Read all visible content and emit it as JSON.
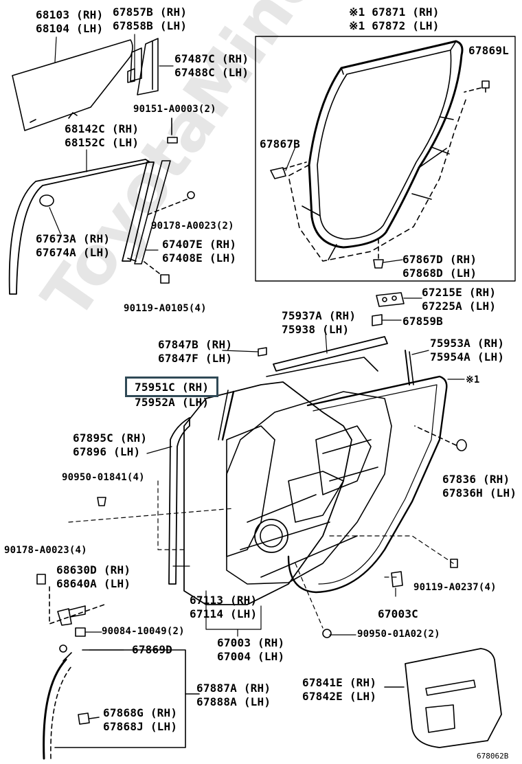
{
  "watermark": "ToyotaMiner.ru",
  "diagram_code": "678062B",
  "highlight_color": "#2f4956",
  "labels": {
    "l68103": "68103 (RH)",
    "l68104": "68104 (LH)",
    "l67857b": "67857B (RH)",
    "l67858b": "67858B (LH)",
    "l67487c": "67487C (RH)",
    "l67488c": "67488C (LH)",
    "l90151": "90151-A0003(2)",
    "l68142c": "68142C (RH)",
    "l68152c": "68152C (LH)",
    "l90178a": "90178-A0023(2)",
    "l67673a": "67673A (RH)",
    "l67674a": "67674A (LH)",
    "l67407e": "67407E (RH)",
    "l67408e": "67408E (LH)",
    "l90119a": "90119-A0105(4)",
    "l67871": "※1 67871 (RH)",
    "l67872": "※1 67872 (LH)",
    "l67869l": "67869L",
    "l67867b": "67867B",
    "l67867d": "67867D (RH)",
    "l67868d": "67868D (LH)",
    "l67215e": "67215E (RH)",
    "l67225a": "67225A (LH)",
    "l67859b": "67859B",
    "l75937a": "75937A (RH)",
    "l75938": "75938 (LH)",
    "l67847b": "67847B (RH)",
    "l67847f": "67847F (LH)",
    "l75953a": "75953A (RH)",
    "l75954a": "75954A (LH)",
    "l75951c": "75951C (RH)",
    "l75952a": "75952A (LH)",
    "lx1": "※1",
    "l67895c": "67895C (RH)",
    "l67896": "67896 (LH)",
    "l90950a": "90950-01841(4)",
    "l67836rh": "67836 (RH)",
    "l67836h": "67836H (LH)",
    "l90178b": "90178-A0023(4)",
    "l68630d": "68630D (RH)",
    "l68640a": "68640A (LH)",
    "l90119b": "90119-A0237(4)",
    "l67113": "67113 (RH)",
    "l67114": "67114 (LH)",
    "l67003c": "67003C",
    "l90084": "90084-10049(2)",
    "l90950b": "90950-01A02(2)",
    "l67003": "67003 (RH)",
    "l67004": "67004 (LH)",
    "l67869d": "67869D",
    "l67887a": "67887A (RH)",
    "l67888a": "67888A (LH)",
    "l67841e": "67841E (RH)",
    "l67842e": "67842E (LH)",
    "l67868g": "67868G (RH)",
    "l67868j": "67868J (LH)"
  }
}
